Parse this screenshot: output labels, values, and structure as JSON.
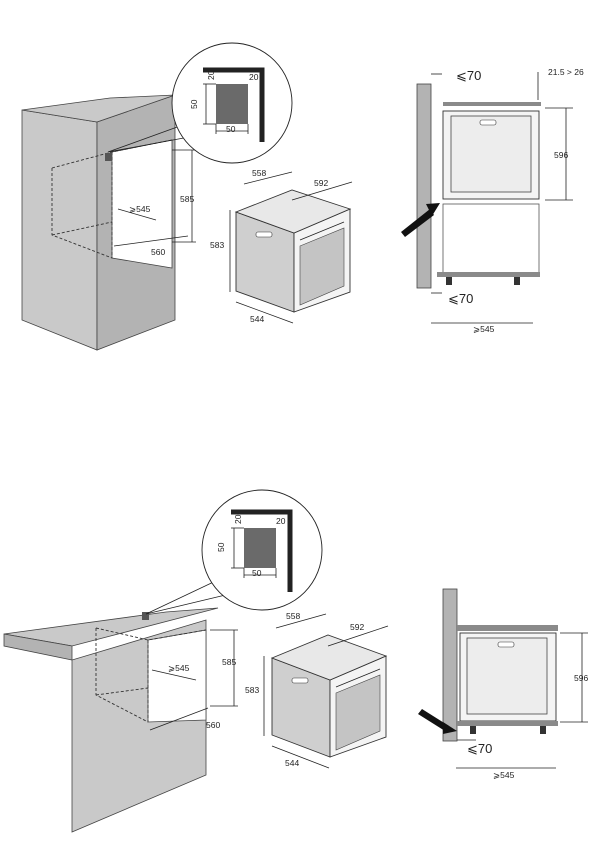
{
  "installation_top": {
    "niche": {
      "depth_min": "⩾545",
      "width": "560",
      "height": "585"
    },
    "detail": {
      "top": "20",
      "right": "20",
      "height": "50",
      "width": "50"
    },
    "oven": {
      "width": "592",
      "depth": "558",
      "height": "583",
      "side_depth": "544"
    },
    "side_section": {
      "top_gap": "⩽70",
      "spacing": "21.5 > 26",
      "oven_height": "596",
      "bottom_gap": "⩽70",
      "depth_min": "⩾545"
    }
  },
  "installation_bottom": {
    "niche": {
      "depth_min": "⩾545",
      "width": "560",
      "height": "585"
    },
    "detail": {
      "top": "20",
      "right": "20",
      "height": "50",
      "width": "50"
    },
    "oven": {
      "width": "592",
      "depth": "558",
      "height": "583",
      "side_depth": "544"
    },
    "side_section": {
      "oven_height": "596",
      "bottom_gap": "⩽70",
      "depth_min": "⩾545"
    }
  }
}
